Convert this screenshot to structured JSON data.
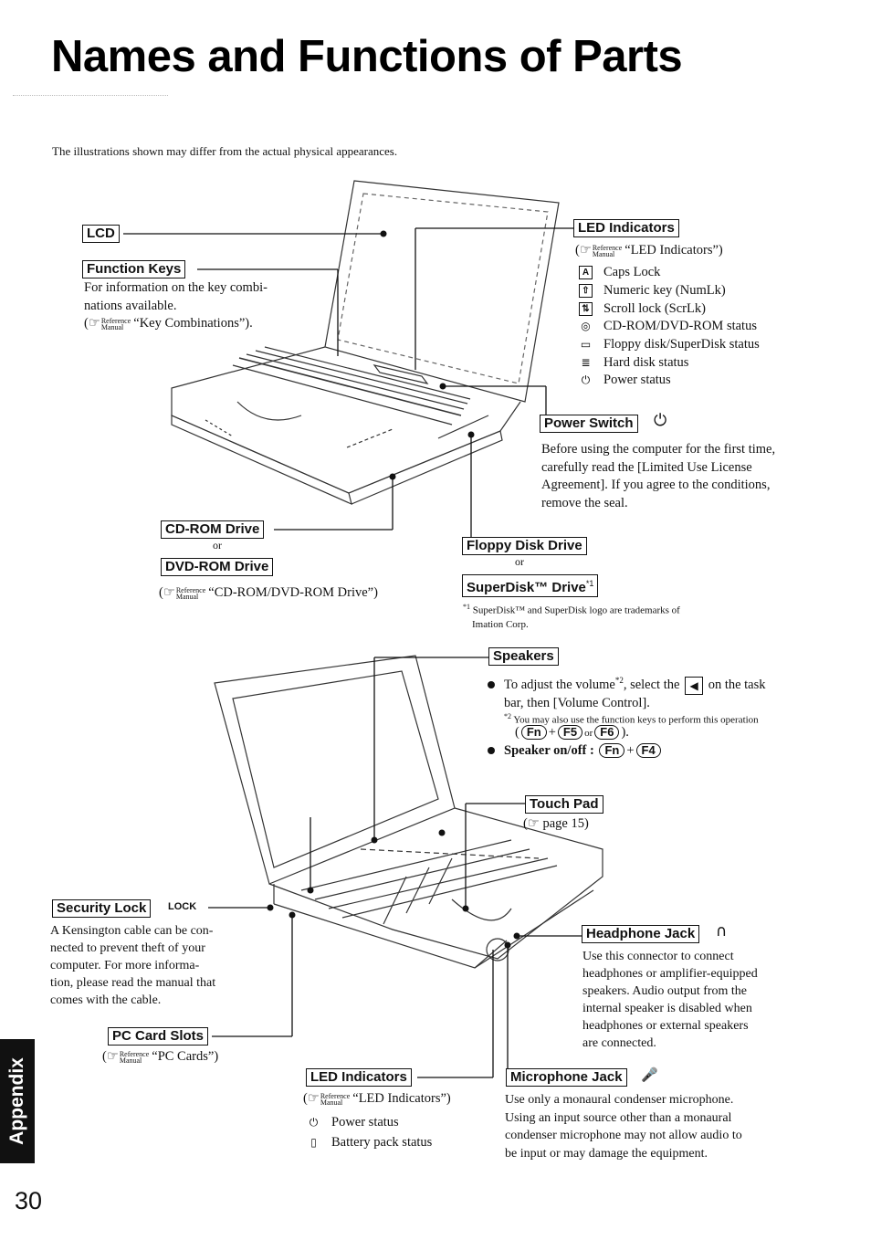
{
  "page": {
    "title": "Names and Functions of Parts",
    "intro": "The illustrations shown may differ from the actual physical appearances.",
    "page_number": "30",
    "side_tab": "Appendix"
  },
  "reference": {
    "top": "Reference",
    "bottom": "Manual"
  },
  "top": {
    "lcd": "LCD",
    "function_keys": {
      "label": "Function Keys",
      "text1": "For information on the key combi-",
      "text2": "nations available.",
      "ref": "“Key Combinations”)."
    },
    "cdrom": {
      "label": "CD-ROM Drive",
      "or": "or",
      "label2": "DVD-ROM Drive",
      "ref": "“CD-ROM/DVD-ROM Drive”)"
    },
    "led": {
      "label": "LED Indicators",
      "ref": "“LED Indicators”)",
      "items": [
        {
          "icon": "A",
          "text": "Caps Lock"
        },
        {
          "icon": "⇧",
          "text": "Numeric key (NumLk)"
        },
        {
          "icon": "⇅",
          "text": "Scroll lock (ScrLk)"
        },
        {
          "icon": "◎",
          "text": "CD-ROM/DVD-ROM status"
        },
        {
          "icon": "▭",
          "text": "Floppy disk/SuperDisk status"
        },
        {
          "icon": "≣",
          "text": "Hard disk status"
        },
        {
          "icon": "⏻",
          "text": "Power status"
        }
      ]
    },
    "power_switch": {
      "label": "Power Switch",
      "symbol": "⏻",
      "lines": [
        "Before using the computer for the first time,",
        "carefully read the [Limited Use License",
        "Agreement]. If you agree to the conditions,",
        "remove the seal."
      ]
    },
    "floppy": {
      "label": "Floppy Disk Drive",
      "or": "or",
      "label2": "SuperDisk™ Drive",
      "sup": "*1",
      "note_mark": "*1",
      "note1": "SuperDisk™ and SuperDisk logo are trademarks of",
      "note2": "Imation Corp."
    }
  },
  "bottom": {
    "speakers": {
      "label": "Speakers",
      "b1_pre": "To adjust the volume",
      "b1_sup": "*2",
      "b1_post": ", select the",
      "b1_end": "on the task",
      "b1_line2": "bar, then [Volume Control].",
      "note_mark": "*2",
      "note": "You may also use the function keys to perform this operation",
      "keys": {
        "fn": "Fn",
        "f5": "F5",
        "f6": "F6",
        "f4": "F4",
        "plus": "+",
        "or": "or",
        "open": "(",
        "close": ")."
      },
      "b2": "Speaker on/off :"
    },
    "touch_pad": {
      "label": "Touch Pad",
      "ref": "page 15)"
    },
    "security": {
      "label": "Security Lock",
      "lock": "LOCK",
      "lines": [
        "A Kensington cable can be con-",
        "nected to prevent theft of your",
        "computer.  For more informa-",
        "tion, please read the manual that",
        "comes with the cable."
      ]
    },
    "pc_card": {
      "label": "PC Card Slots",
      "ref": "“PC Cards”)"
    },
    "led": {
      "label": "LED Indicators",
      "ref": "“LED Indicators”)",
      "items": [
        {
          "icon": "⏻",
          "text": "Power status"
        },
        {
          "icon": "▯",
          "text": "Battery pack status"
        }
      ]
    },
    "headphone": {
      "label": "Headphone Jack",
      "symbol": "∩",
      "lines": [
        "Use this connector to connect",
        "headphones or amplifier-equipped",
        "speakers.  Audio output from the",
        "internal speaker is disabled when",
        "headphones or external speakers",
        "are connected."
      ]
    },
    "microphone": {
      "label": "Microphone Jack",
      "symbol": "🎤",
      "lines": [
        "Use only a monaural condenser microphone.",
        "Using an input source other than a monaural",
        "condenser microphone may not allow audio to",
        "be input or may damage the equipment."
      ]
    }
  }
}
